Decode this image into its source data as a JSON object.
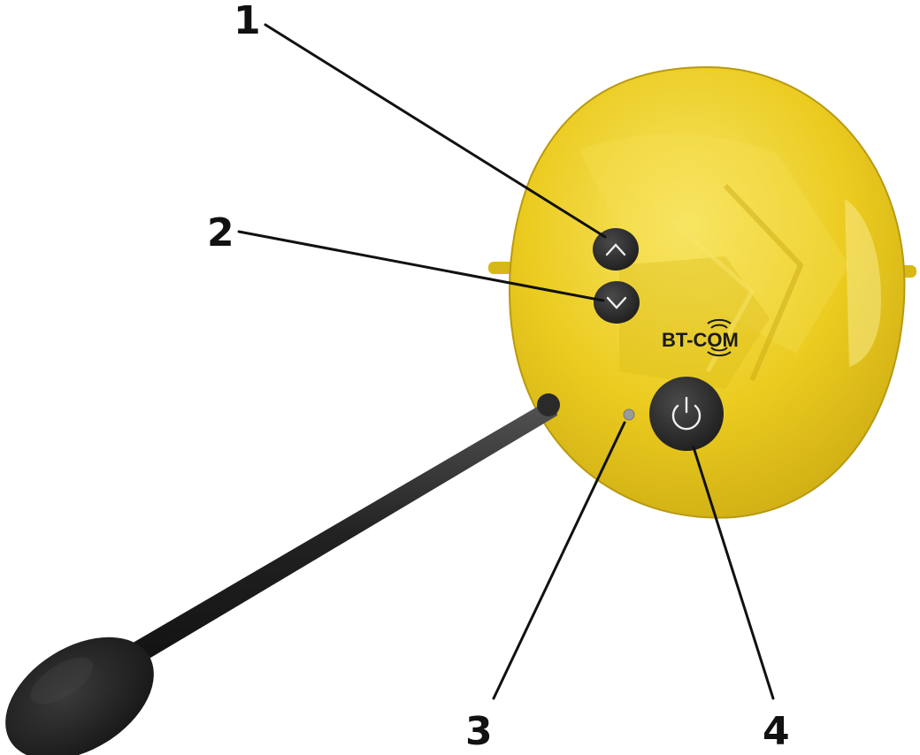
{
  "figure": {
    "brand_logo_text": "BT-COM",
    "callouts": [
      {
        "label": "1",
        "target": "volume-up-button"
      },
      {
        "label": "2",
        "target": "volume-down-button"
      },
      {
        "label": "3",
        "target": "status-led"
      },
      {
        "label": "4",
        "target": "power-button"
      }
    ]
  },
  "colors": {
    "earcup_yellow": "#e8c81e",
    "earcup_highlight": "#f6e46a",
    "button_dark": "#2b2b2b",
    "boom_black": "#222222",
    "led_grey": "#9a9a9a"
  },
  "icons": [
    "chevron-up-icon",
    "chevron-down-icon",
    "power-icon",
    "signal-waves-icon"
  ]
}
